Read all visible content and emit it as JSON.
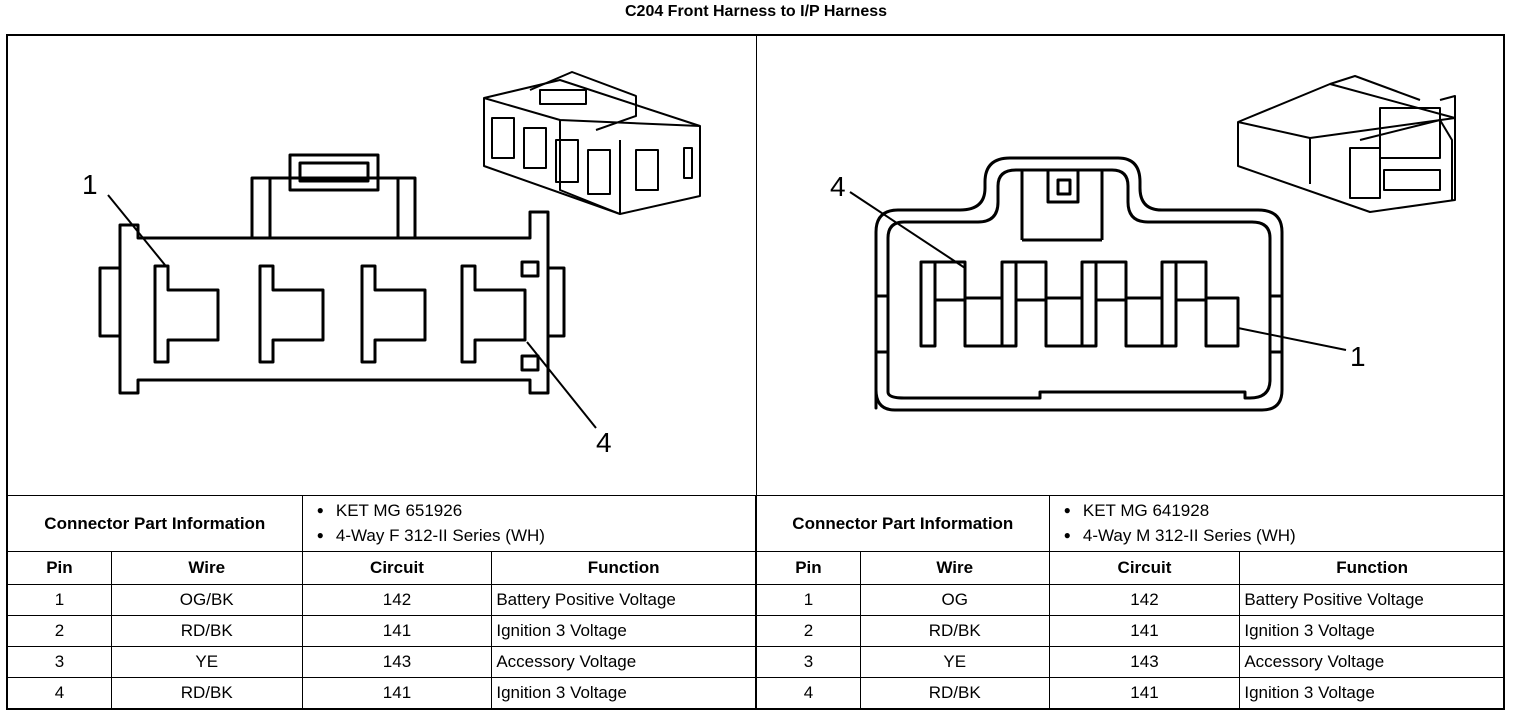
{
  "title": "C204 Front Harness to I/P Harness",
  "left": {
    "callouts": {
      "pin_a": "1",
      "pin_b": "4"
    },
    "part_info_label": "Connector Part Information",
    "part_info": [
      "KET MG 651926",
      "4-Way F 312-II Series (WH)"
    ],
    "headers": {
      "pin": "Pin",
      "wire": "Wire",
      "circuit": "Circuit",
      "function": "Function"
    },
    "rows": [
      {
        "pin": "1",
        "wire": "OG/BK",
        "circuit": "142",
        "function": "Battery Positive Voltage"
      },
      {
        "pin": "2",
        "wire": "RD/BK",
        "circuit": "141",
        "function": "Ignition 3 Voltage"
      },
      {
        "pin": "3",
        "wire": "YE",
        "circuit": "143",
        "function": "Accessory Voltage"
      },
      {
        "pin": "4",
        "wire": "RD/BK",
        "circuit": "141",
        "function": "Ignition 3 Voltage"
      }
    ]
  },
  "right": {
    "callouts": {
      "pin_a": "4",
      "pin_b": "1"
    },
    "part_info_label": "Connector Part Information",
    "part_info": [
      "KET MG 641928",
      "4-Way M 312-II Series (WH)"
    ],
    "headers": {
      "pin": "Pin",
      "wire": "Wire",
      "circuit": "Circuit",
      "function": "Function"
    },
    "rows": [
      {
        "pin": "1",
        "wire": "OG",
        "circuit": "142",
        "function": "Battery Positive Voltage"
      },
      {
        "pin": "2",
        "wire": "RD/BK",
        "circuit": "141",
        "function": "Ignition 3 Voltage"
      },
      {
        "pin": "3",
        "wire": "YE",
        "circuit": "143",
        "function": "Accessory Voltage"
      },
      {
        "pin": "4",
        "wire": "RD/BK",
        "circuit": "141",
        "function": "Ignition 3 Voltage"
      }
    ]
  }
}
